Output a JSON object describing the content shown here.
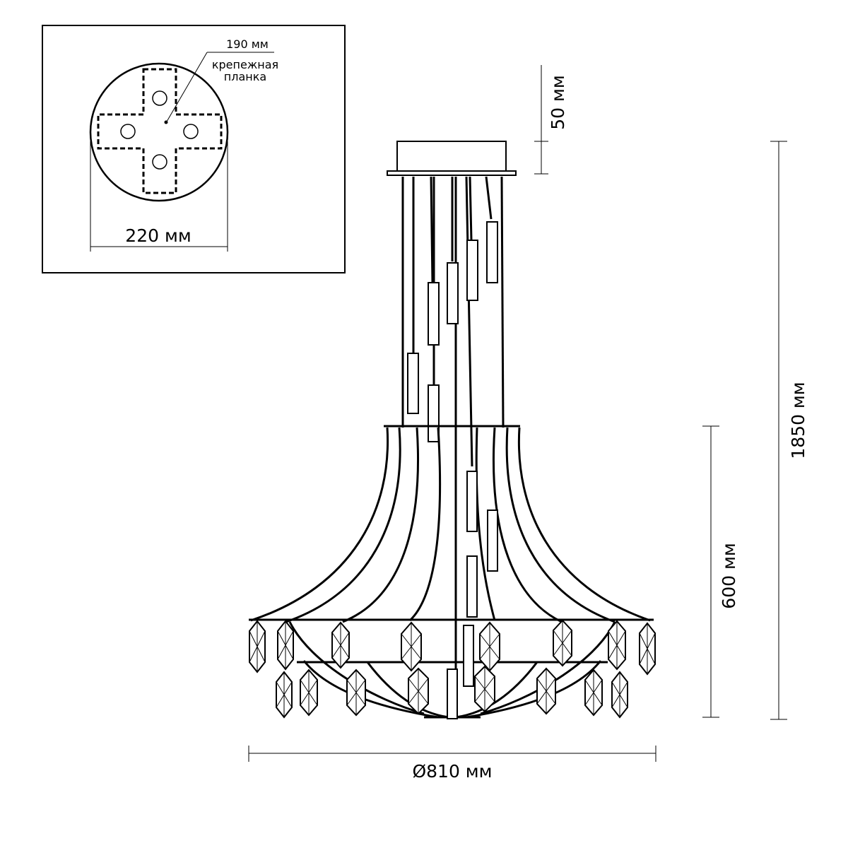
{
  "inset": {
    "width_label": "190 мм",
    "bracket_label_line1": "крепежная",
    "bracket_label_line2": "планка",
    "diameter_label": "220 мм"
  },
  "dimensions": {
    "canopy_height": "50 мм",
    "total_height": "1850 мм",
    "body_height": "600 мм",
    "diameter": "Ø810 мм"
  }
}
